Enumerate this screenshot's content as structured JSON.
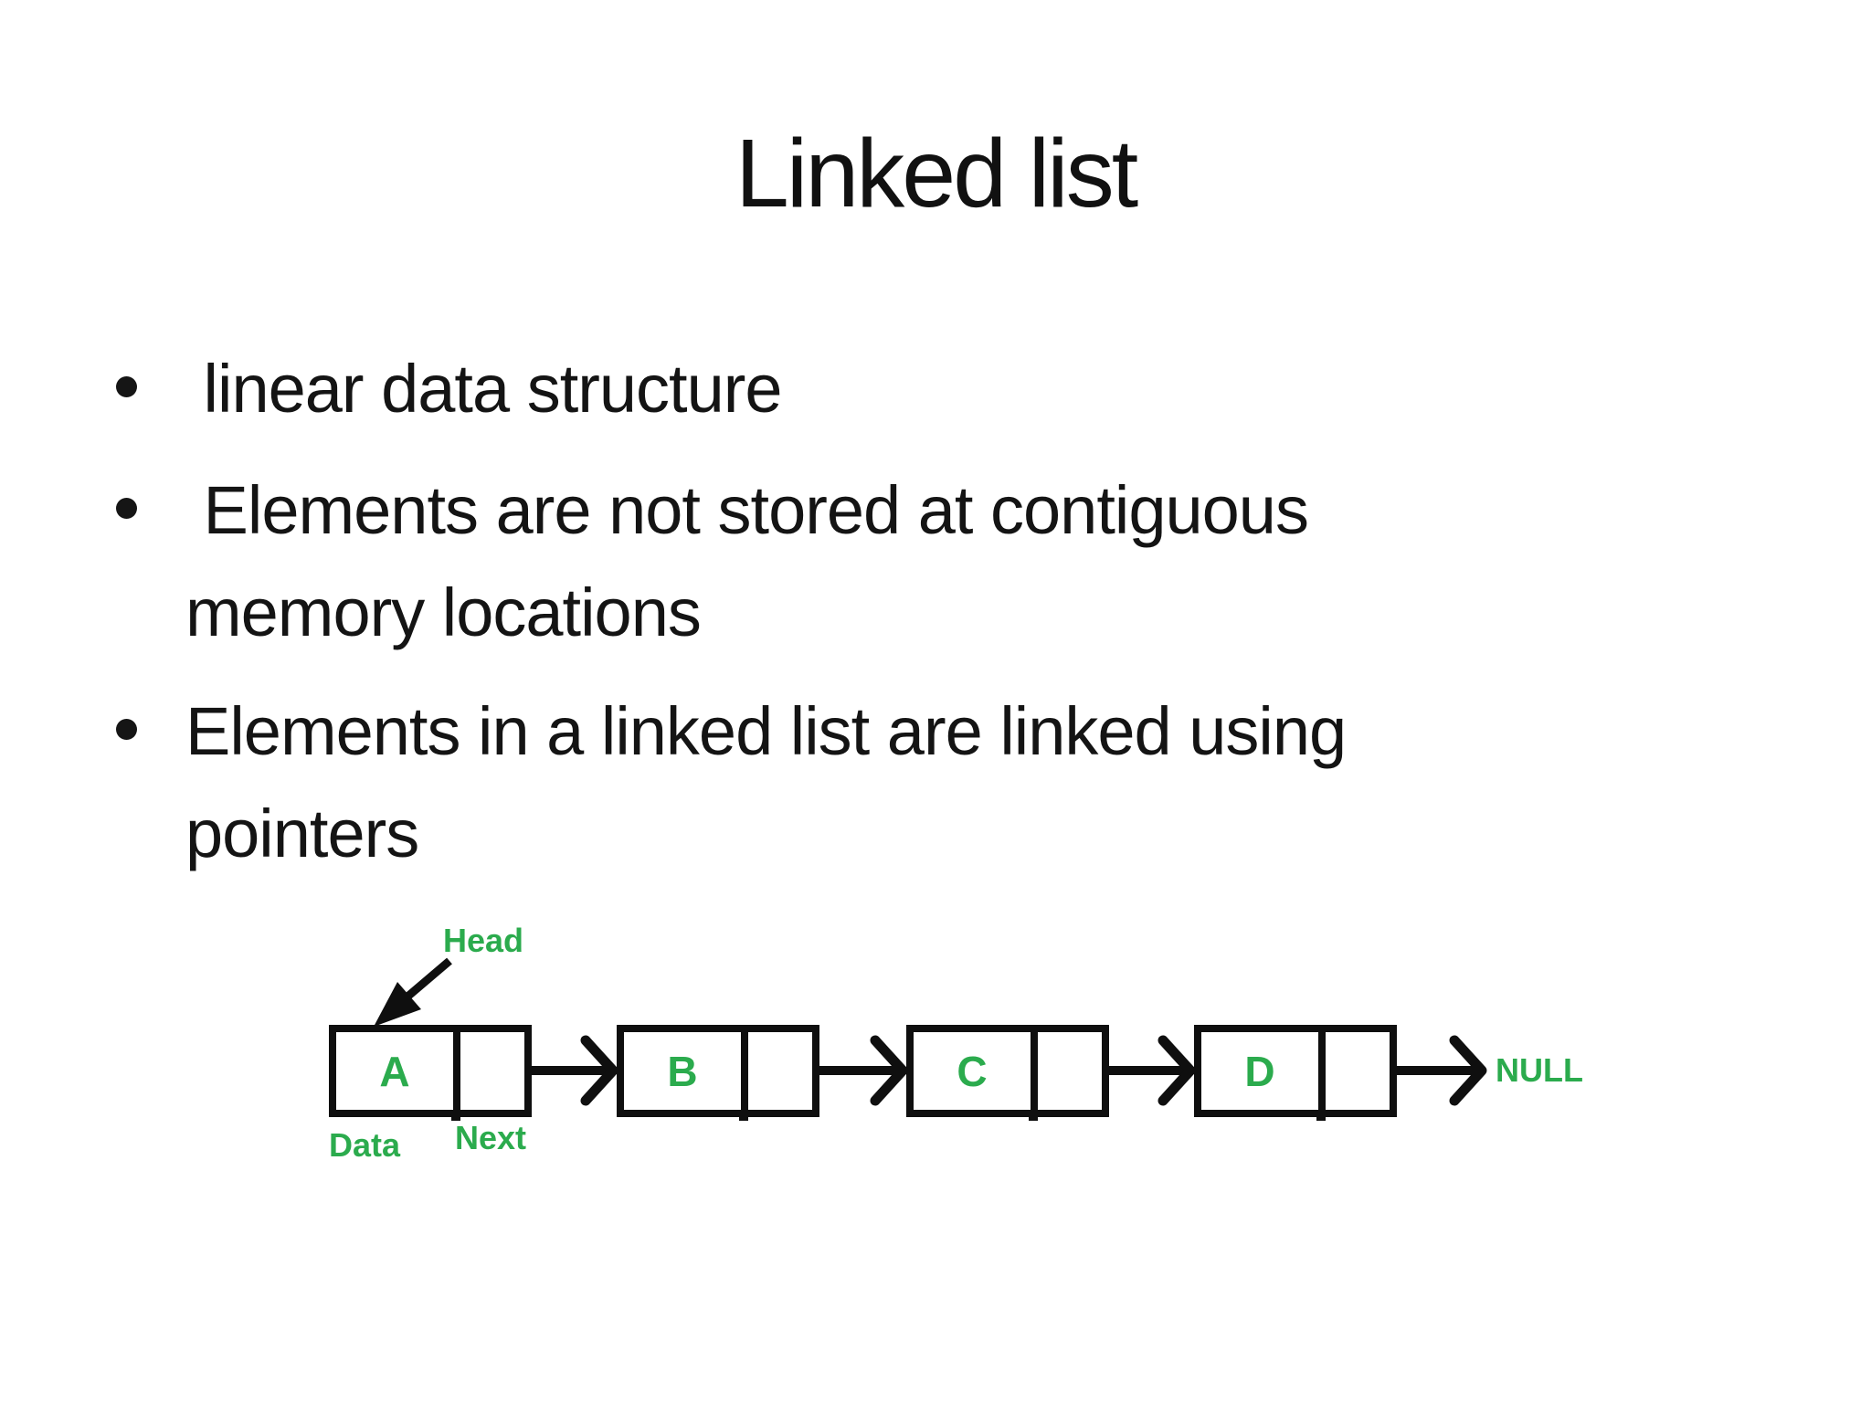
{
  "slide": {
    "title": "Linked list",
    "bullets": [
      {
        "lines": [
          " linear data structure"
        ]
      },
      {
        "lines": [
          " Elements are not stored at contiguous",
          "memory locations"
        ]
      },
      {
        "lines": [
          "Elements in a linked list are linked using",
          "pointers"
        ]
      }
    ]
  },
  "diagram": {
    "head_label": "Head",
    "node_values": [
      "A",
      "B",
      "C",
      "D"
    ],
    "cell_labels": {
      "data": "Data",
      "next": "Next"
    },
    "terminator": "NULL",
    "colors": {
      "label_green": "#2bab4d",
      "line_black": "#0f0f0f",
      "background": "#ffffff"
    }
  }
}
